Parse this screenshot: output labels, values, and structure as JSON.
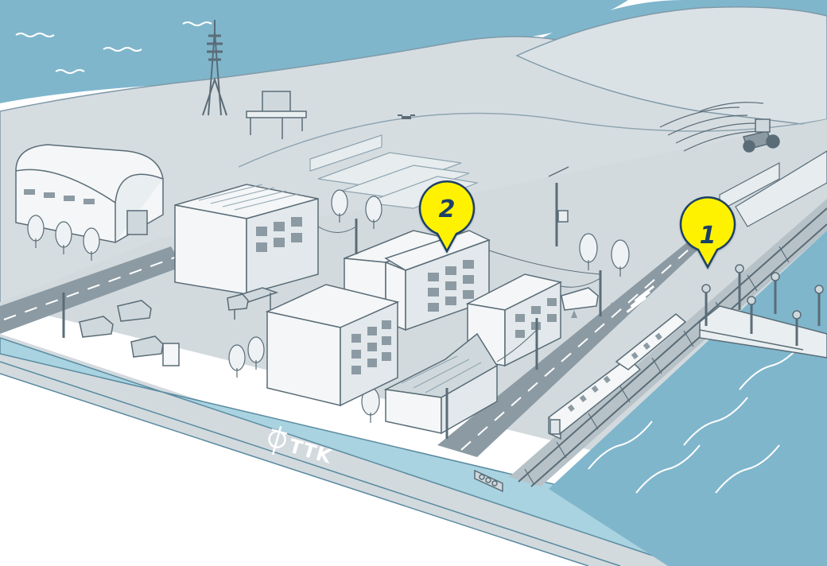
{
  "brand": {
    "name": "TTK"
  },
  "markers": [
    {
      "label": "1"
    },
    {
      "label": "2"
    }
  ],
  "colors": {
    "water": "#7fb6cc",
    "land": "#d6dde1",
    "road": "#8c9aa3",
    "building": "#f4f6f7",
    "outline": "#5a6c77",
    "cable": "#a9d3e0",
    "marker_fill": "#fff200",
    "marker_stroke": "#1b3f66"
  }
}
